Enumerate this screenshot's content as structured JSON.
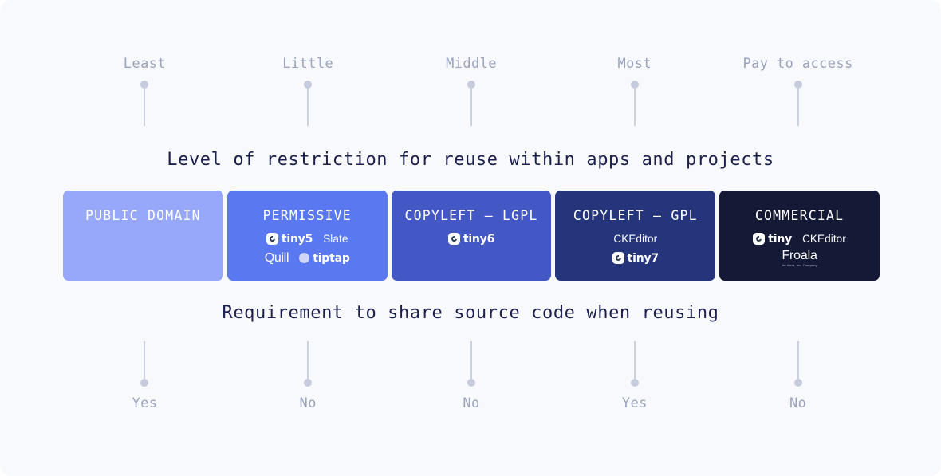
{
  "background_color": "#f8f9fc",
  "top_scale": {
    "items": [
      {
        "label": "Least"
      },
      {
        "label": "Little"
      },
      {
        "label": "Middle"
      },
      {
        "label": "Most"
      },
      {
        "label": "Pay to access"
      }
    ]
  },
  "headings": {
    "top": "Level of restriction for reuse within apps and projects",
    "bottom": "Requirement to share source code when reusing"
  },
  "band": {
    "blocks": [
      {
        "title": "PUBLIC DOMAIN",
        "color": "#97a8fb",
        "logo_rows": []
      },
      {
        "title": "PERMISSIVE",
        "color": "#5a78f0",
        "logo_rows": [
          [
            "tiny5",
            "Slate"
          ],
          [
            "Quill",
            "tiptap"
          ]
        ]
      },
      {
        "title": "COPYLEFT — LGPL",
        "color": "#4358c4",
        "logo_rows": [
          [
            "tiny6"
          ]
        ]
      },
      {
        "title": "COPYLEFT — GPL",
        "color": "#24357c",
        "logo_rows": [
          [
            "CKEditor"
          ],
          [
            "tiny7"
          ]
        ]
      },
      {
        "title": "COMMERCIAL",
        "color": "#141a36",
        "logo_rows": [
          [
            "tiny",
            "CKEditor"
          ],
          [
            "Froala"
          ]
        ],
        "froala_subtitle": "An Idera, Inc. Company"
      }
    ]
  },
  "bottom_scale": {
    "items": [
      {
        "label": "Yes"
      },
      {
        "label": "No"
      },
      {
        "label": "No"
      },
      {
        "label": "Yes"
      },
      {
        "label": "No"
      }
    ]
  }
}
